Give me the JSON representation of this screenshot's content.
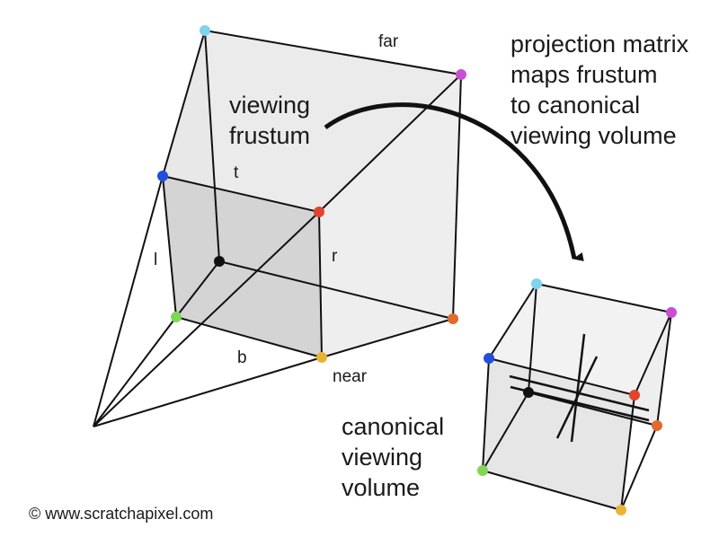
{
  "labels": {
    "far": "far",
    "near": "near",
    "t": "t",
    "b": "b",
    "l": "l",
    "r": "r",
    "frustum_line1": "viewing",
    "frustum_line2": "frustum",
    "projection_line1": "projection matrix",
    "projection_line2": "maps frustum",
    "projection_line3": "to canonical",
    "projection_line4": "viewing volume",
    "canonical_line1": "canonical",
    "canonical_line2": "viewing",
    "canonical_line3": "volume",
    "copyright": "© www.scratchapixel.com"
  },
  "colors": {
    "cyan": "#7fd3ef",
    "magenta": "#c94fd2",
    "blue": "#1f4fdc",
    "red": "#e0452c",
    "orange": "#e26a2c",
    "green": "#7fd855",
    "yellow": "#eab235",
    "black": "#111111",
    "face_far": "#ededed",
    "face_near": "#d6d6d6",
    "cube_face": "#ececec"
  }
}
